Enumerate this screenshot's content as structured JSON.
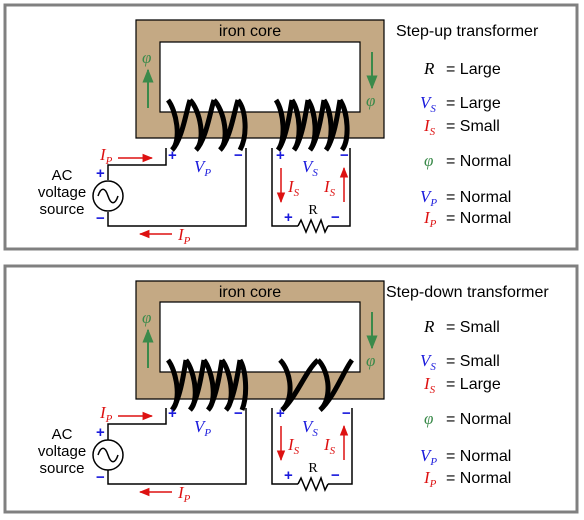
{
  "common": {
    "core_label": "iron core",
    "source_line1": "AC",
    "source_line2": "voltage",
    "source_line3": "source",
    "resistor_label": "R",
    "phi": "φ",
    "plus": "+",
    "minus": "−",
    "I": "I",
    "V": "V",
    "sub_P": "P",
    "sub_S": "S",
    "R": "R"
  },
  "panels": [
    {
      "title": "Step-up transformer",
      "R_eq": "= Large",
      "Vs_eq": "= Large",
      "Is_eq": "= Small",
      "phi_eq": "= Normal",
      "Vp_eq": "= Normal",
      "Ip_eq": "= Normal"
    },
    {
      "title": "Step-down transformer",
      "R_eq": "= Small",
      "Vs_eq": "= Small",
      "Is_eq": "= Large",
      "phi_eq": "= Normal",
      "Vp_eq": "= Normal",
      "Ip_eq": "= Normal"
    }
  ],
  "colors": {
    "core": "#c4a984",
    "frame": "#777777",
    "voltage": "#1a1adc",
    "current": "#dd1111",
    "flux": "#3a8a4a"
  }
}
